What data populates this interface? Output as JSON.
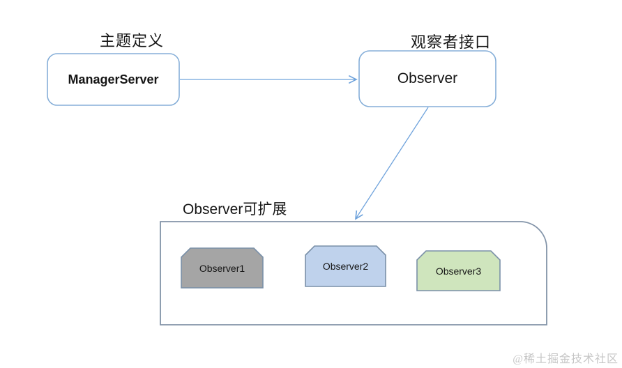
{
  "diagram": {
    "subject": {
      "label": "主题定义",
      "box_text": "ManagerServer"
    },
    "interface": {
      "label": "观察者接口",
      "box_text": "Observer"
    },
    "container": {
      "label": "Observer可扩展",
      "items": [
        {
          "label": "Observer1",
          "fill": "#a5a5a5"
        },
        {
          "label": "Observer2",
          "fill": "#bfd2ec"
        },
        {
          "label": "Observer3",
          "fill": "#cfe5bd"
        }
      ]
    },
    "watermark": "@稀土掘金技术社区",
    "colors": {
      "node_border": "#85aed8",
      "arrow": "#6fa3dc",
      "container_border": "#8293a8",
      "item_border": "#7a90a8",
      "text": "#151515",
      "watermark_text": "#c6c6c6"
    }
  }
}
